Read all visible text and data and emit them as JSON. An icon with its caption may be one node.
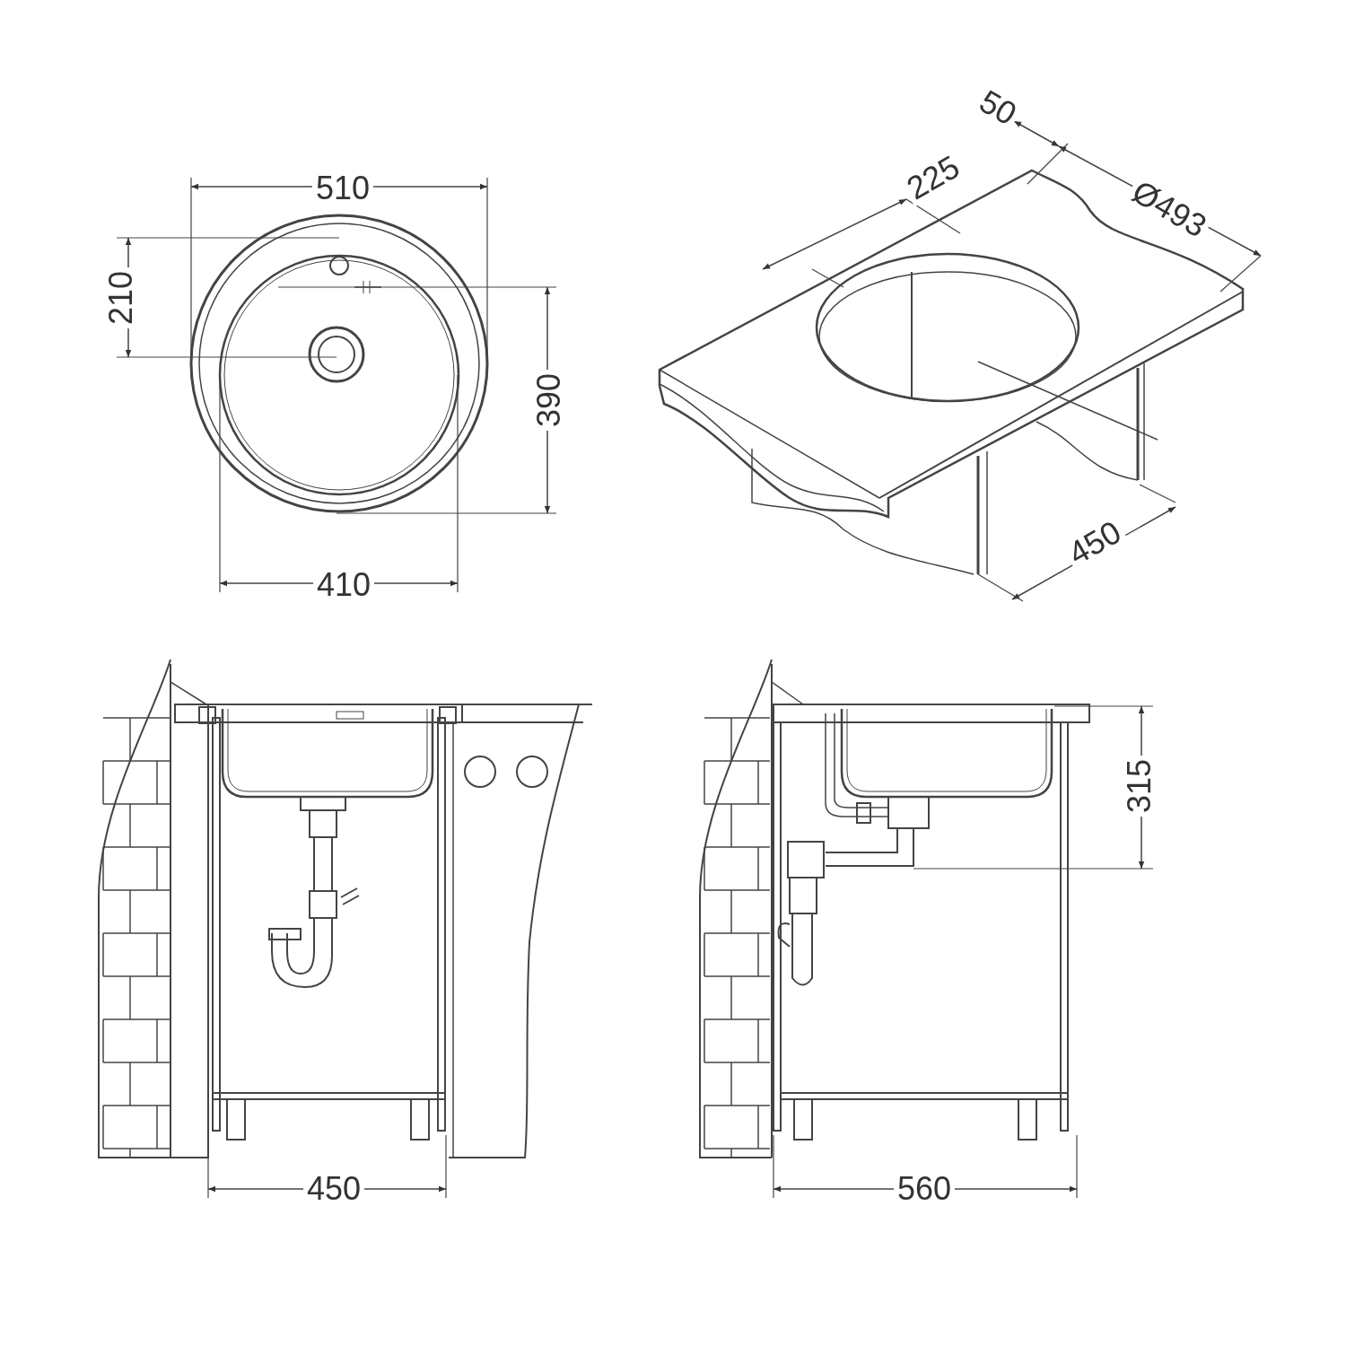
{
  "diagram": {
    "labels": [
      "510",
      "210",
      "390",
      "410",
      "50",
      "225",
      "Ø493",
      "450",
      "315",
      "450",
      "560"
    ]
  }
}
